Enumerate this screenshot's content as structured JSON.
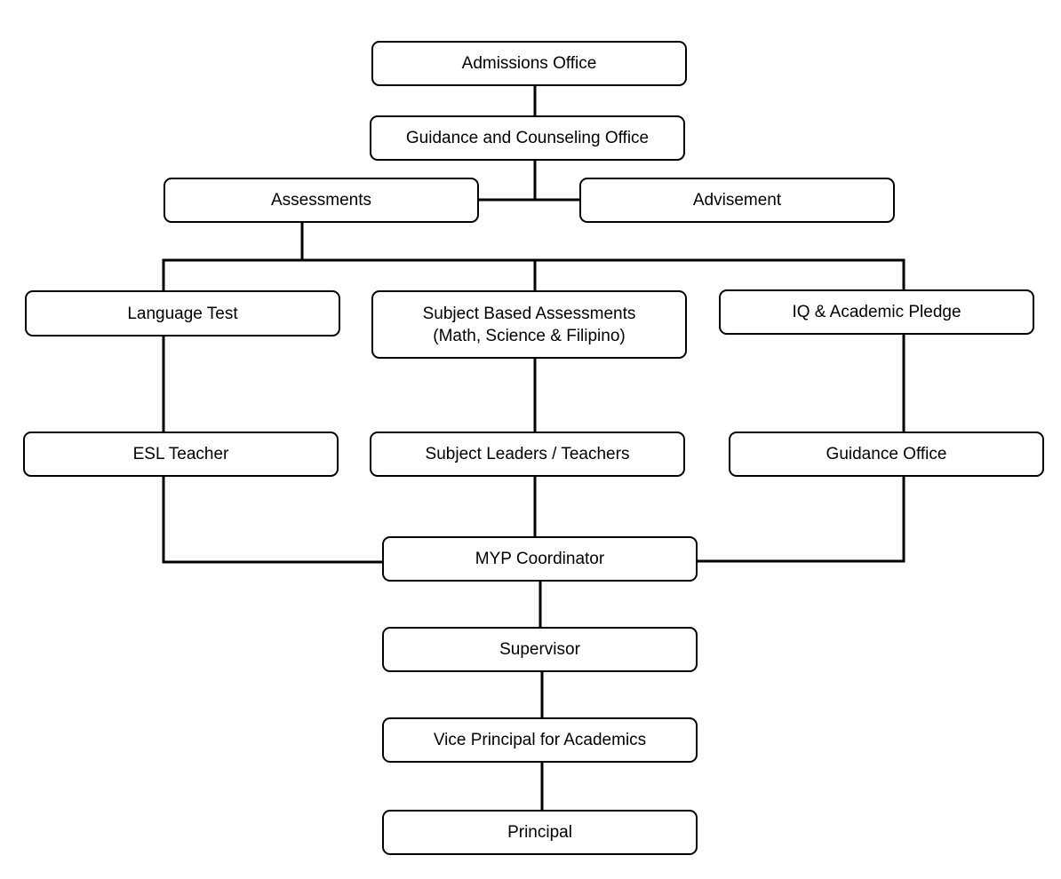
{
  "nodes": {
    "admissions_office": "Admissions Office",
    "guidance_counseling_office": "Guidance and Counseling Office",
    "assessments": "Assessments",
    "advisement": "Advisement",
    "language_test": "Language Test",
    "subject_based_assessments": "Subject Based Assessments\n(Math, Science & Filipino)",
    "iq_academic_pledge": "IQ & Academic Pledge",
    "esl_teacher": "ESL Teacher",
    "subject_leaders_teachers": "Subject Leaders / Teachers",
    "guidance_office": "Guidance Office",
    "myp_coordinator": "MYP Coordinator",
    "supervisor": "Supervisor",
    "vice_principal": "Vice Principal for Academics",
    "principal": "Principal"
  },
  "edges": [
    [
      "admissions_office",
      "guidance_counseling_office"
    ],
    [
      "guidance_counseling_office",
      "assessments"
    ],
    [
      "guidance_counseling_office",
      "advisement"
    ],
    [
      "assessments",
      "language_test"
    ],
    [
      "assessments",
      "subject_based_assessments"
    ],
    [
      "assessments",
      "iq_academic_pledge"
    ],
    [
      "language_test",
      "esl_teacher"
    ],
    [
      "subject_based_assessments",
      "subject_leaders_teachers"
    ],
    [
      "iq_academic_pledge",
      "guidance_office"
    ],
    [
      "esl_teacher",
      "myp_coordinator"
    ],
    [
      "subject_leaders_teachers",
      "myp_coordinator"
    ],
    [
      "guidance_office",
      "myp_coordinator"
    ],
    [
      "myp_coordinator",
      "supervisor"
    ],
    [
      "supervisor",
      "vice_principal"
    ],
    [
      "vice_principal",
      "principal"
    ]
  ],
  "colors": {
    "line": "#000000",
    "box_border": "#000000",
    "background": "#ffffff"
  }
}
